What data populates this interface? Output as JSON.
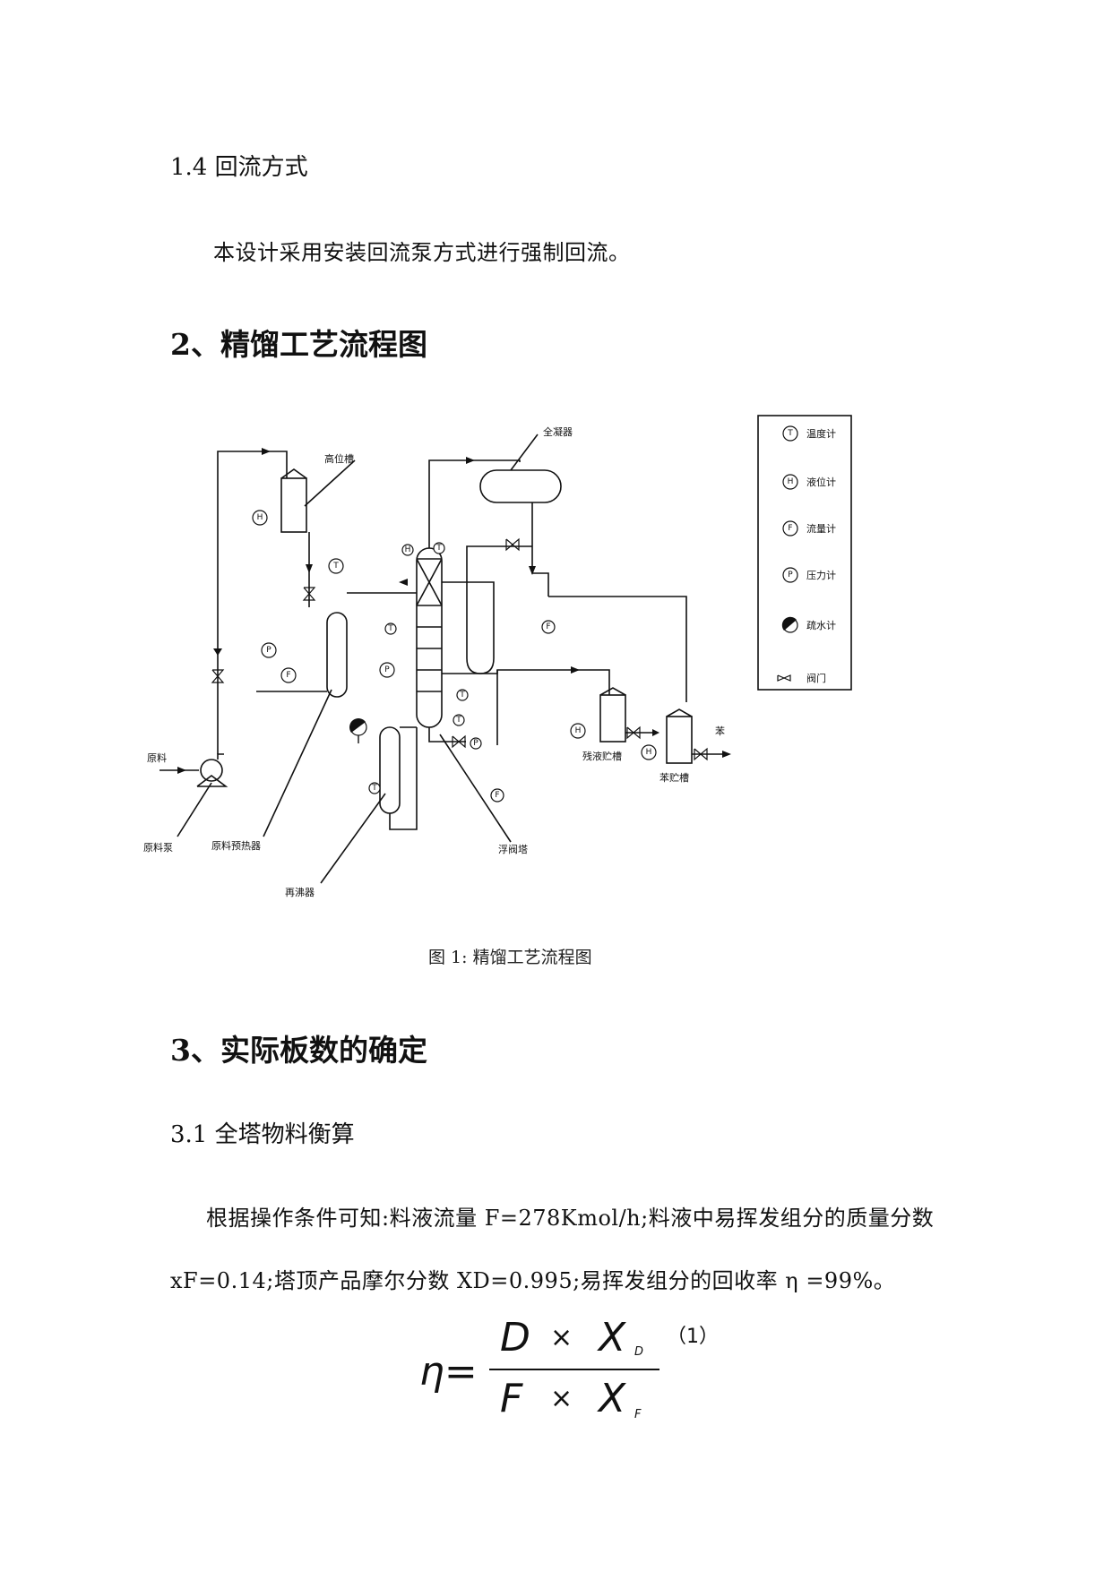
{
  "section_1_4": {
    "heading": "1.4  回流方式",
    "text": "本设计采用安装回流泵方式进行强制回流。"
  },
  "section_2": {
    "heading": "2、精馏工艺流程图"
  },
  "figure": {
    "caption": "图 1:  精馏工艺流程图",
    "labels": {
      "quanningqi": "全凝器",
      "gaoweicao": "高位槽",
      "yuanliao": "原料",
      "yuanliaobeng": "原料泵",
      "yuanliaoyureqi": "原料预热器",
      "zaifeiqi": "再沸器",
      "fufata": "浮阀塔",
      "canyezhucao": "残液贮槽",
      "benzhucao": "苯贮槽",
      "ben": "苯"
    },
    "instrument_letters": {
      "T": "T",
      "H": "H",
      "F": "F",
      "P": "P"
    },
    "legend": [
      {
        "symbol": "T",
        "label": "温度计"
      },
      {
        "symbol": "H",
        "label": "液位计"
      },
      {
        "symbol": "F",
        "label": "流量计"
      },
      {
        "symbol": "P",
        "label": "压力计"
      },
      {
        "symbol": "trap",
        "label": "疏水计"
      },
      {
        "symbol": "valve",
        "label": "阀门"
      }
    ]
  },
  "section_3": {
    "heading": "3、实际板数的确定"
  },
  "section_3_1": {
    "heading": "3.1  全塔物料衡算",
    "para_line1": "根据操作条件可知:料液流量  F=278Kmol/h;料液中易挥发组分的质量分数",
    "para_line2": "xF=0.14;塔顶产品摩尔分数  XD=0.995;易挥发组分的回收率 η =99%。"
  },
  "formula": {
    "lhs": "η=",
    "num_a": "D",
    "times": "×",
    "num_b": "X",
    "num_sub": "D",
    "den_a": "F",
    "den_b": "X",
    "den_sub": "F",
    "eq_number": "（1）"
  }
}
